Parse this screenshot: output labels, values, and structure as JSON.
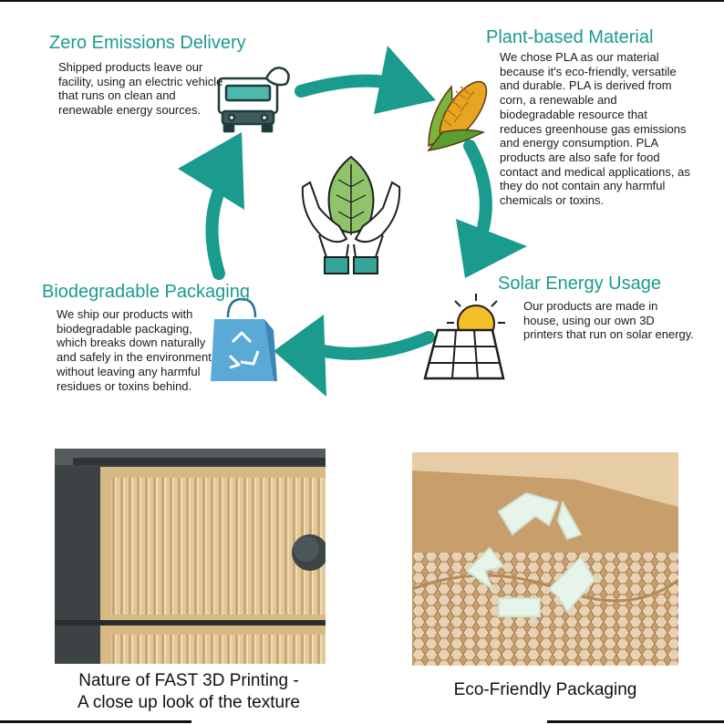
{
  "cycle": {
    "zero_emissions": {
      "title": "Zero Emissions Delivery",
      "text": "Shipped products leave our facility, using an electric vehicle that runs on clean and renewable energy sources.",
      "icon": "electric-vehicle-icon"
    },
    "plant_material": {
      "title": "Plant-based Material",
      "text": "We chose PLA as our material because it's eco-friendly, versatile and durable. PLA is derived from corn, a renewable and biodegradable resource that reduces greenhouse gas emissions and energy consumption. PLA products are also safe for food contact and medical applications, as they do not contain any harmful chemicals or toxins.",
      "icon": "corn-icon"
    },
    "solar": {
      "title": "Solar Energy Usage",
      "text": "Our products are made in house, using our own 3D printers that run on solar energy.",
      "icon": "solar-panel-icon"
    },
    "packaging": {
      "title": "Biodegradable Packaging",
      "text": "We ship our products with biodegradable packaging, which breaks down naturally and safely in the environment without leaving any harmful residues or toxins behind.",
      "icon": "recycle-bag-icon"
    },
    "center_icon": "hands-leaf-icon",
    "arrow_color": "#1a9b8e"
  },
  "photos": {
    "left_caption_line1": "Nature of FAST 3D Printing -",
    "left_caption_line2": "A close up look of the texture",
    "right_caption": "Eco-Friendly Packaging"
  },
  "colors": {
    "accent": "#1a9b8e",
    "bag": "#5aa9d6",
    "corn": "#e8a521",
    "leaf": "#8fc46a",
    "sun": "#f4c02a"
  }
}
